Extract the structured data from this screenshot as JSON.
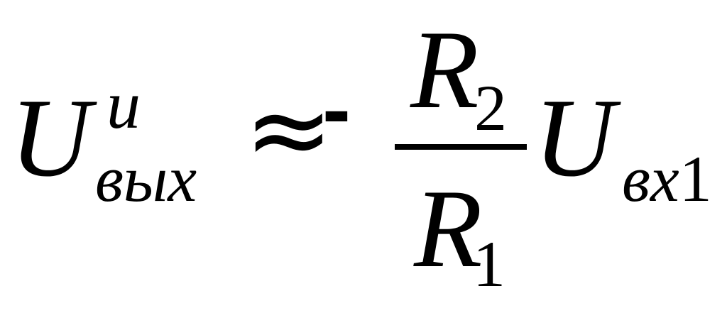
{
  "formula": {
    "lhs_symbol": "U",
    "lhs_superscript": "u",
    "lhs_subscript": "вых",
    "relation": "≈",
    "sign": "-",
    "numerator_symbol": "R",
    "numerator_subscript": "2",
    "denominator_symbol": "R",
    "denominator_subscript": "1",
    "rhs_symbol": "U",
    "rhs_subscript_letters": "вх",
    "rhs_subscript_number": "1"
  }
}
